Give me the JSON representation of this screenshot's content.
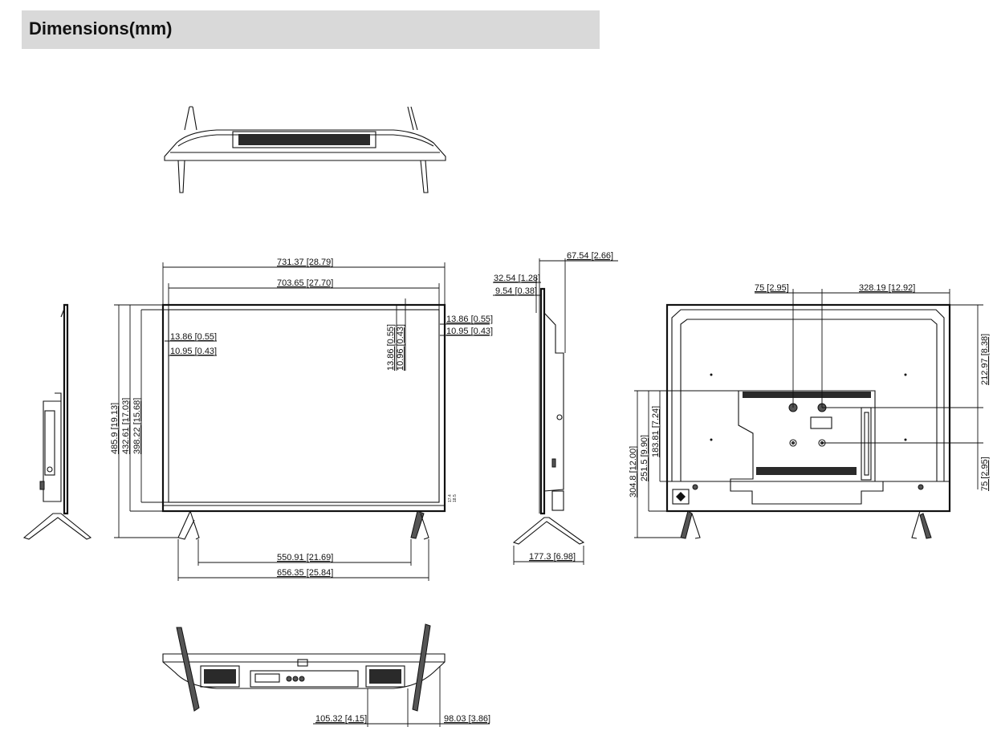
{
  "header": {
    "title": "Dimensions(mm)"
  },
  "colors": {
    "header_bg": "#d9d9d9",
    "line": "#111111"
  },
  "front_view": {
    "overall_width": "731.37 [28.79]",
    "screen_width": "703.65 [27.70]",
    "bezel_top_right": "13.86 [0.55]",
    "bezel_side_right": "10.95 [0.43]",
    "bezel_left_1": "13.86 [0.55]",
    "bezel_left_2": "10.95 [0.43]",
    "bezel_top_v1": "13.86 [0.55]",
    "bezel_top_v2": "10.96 [0.43]",
    "overall_height": "485.9 [19.13]",
    "panel_height": "432.61 [17.03]",
    "screen_height": "398.22 [15.68]",
    "small_bottom_1": "17.4",
    "small_bottom_2": "18.5",
    "stand_inner": "550.91 [21.69]",
    "stand_outer": "656.35 [25.84]"
  },
  "side_view": {
    "depth_total": "67.54 [2.66]",
    "depth_1": "32.54 [1.28]",
    "depth_2": "9.54 [0.38]",
    "stand_depth": "177.3 [6.98]"
  },
  "rear_view": {
    "vesa_horizontal": "75 [2.95]",
    "offset_right": "328.19 [12.92]",
    "offset_top": "212.97 [8.38]",
    "vesa_vertical": "75 [2.95]",
    "h_304": "304.8 [12.00]",
    "h_251": "251.5 [9.90]",
    "h_183": "183.81 [7.24]"
  },
  "bottom_view": {
    "foot_offset": "105.32 [4.15]",
    "foot_depth": "98.03 [3.86]"
  }
}
